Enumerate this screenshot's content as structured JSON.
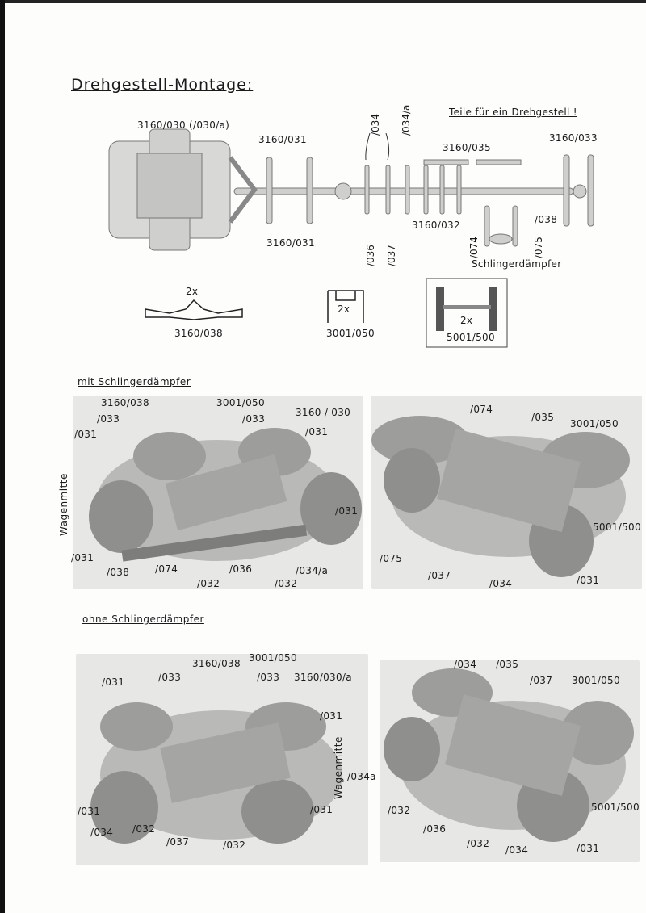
{
  "title": "Drehgestell-Montage:",
  "sprue": {
    "label_030": "3160/030   (/030/a)",
    "label_031_top": "3160/031",
    "label_031_bottom": "3160/031",
    "label_034": "/034",
    "label_034a": "/034/a",
    "label_036": "/036",
    "label_037": "/037",
    "label_035": "3160/035",
    "label_032": "3160/032",
    "label_033": "3160/033",
    "label_038": "/038",
    "label_074": "/074",
    "label_075": "/075",
    "note_teile": "Teile für ein Drehgestell !",
    "schlinger": "Schlingerdämpfer"
  },
  "parts": {
    "p038_count": "2x",
    "p038_label": "3160/038",
    "p050_count": "2x",
    "p050_label": "3001/050",
    "p500_count": "2x",
    "p500_label": "5001/500"
  },
  "section1": {
    "heading": "mit Schlingerdämpfer",
    "wagenmitte": "Wagenmitte",
    "left": {
      "l_038": "3160/038",
      "l_3001": "3001/050",
      "l_3160": "3160 / 030",
      "l_033a": "/033",
      "l_033b": "/033",
      "l_031a": "/031",
      "l_031b": "/031",
      "l_031c": "/031",
      "l_031d": "/031",
      "l_038b": "/038",
      "l_074": "/074",
      "l_032a": "/032",
      "l_036": "/036",
      "l_032b": "/032",
      "l_034a": "/034/a"
    },
    "right": {
      "r_074": "/074",
      "r_035": "/035",
      "r_3001": "3001/050",
      "r_5001": "5001/500",
      "r_075": "/075",
      "r_037": "/037",
      "r_034": "/034",
      "r_031": "/031"
    }
  },
  "section2": {
    "heading": "ohne Schlingerdämpfer",
    "wagenmitte": "Wagenmitte",
    "left": {
      "l_3160038": "3160/038",
      "l_3001": "3001/050",
      "l_031a": "/031",
      "l_033a": "/033",
      "l_033b": "/033",
      "l_3160030a": "3160/030/a",
      "l_031b": "/031",
      "l_031c": "/031",
      "l_034": "/034",
      "l_032a": "/032",
      "l_037": "/037",
      "l_032b": "/032",
      "l_031d": "/031"
    },
    "right": {
      "r_034": "/034",
      "r_035": "/035",
      "r_037": "/037",
      "r_3001": "3001/050",
      "r_034a": "/034a",
      "r_5001": "5001/500",
      "r_032a": "/032",
      "r_036": "/036",
      "r_032b": "/032",
      "r_034b": "/034",
      "r_031": "/031"
    }
  }
}
